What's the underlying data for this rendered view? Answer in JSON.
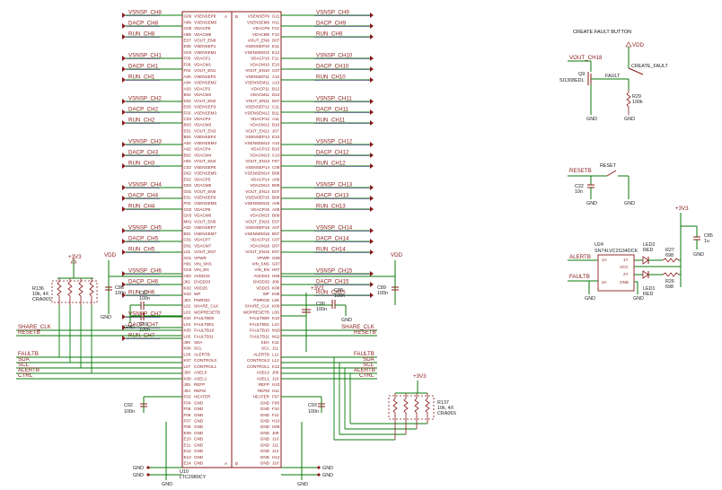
{
  "left_nets": [
    "VSNSP_CH8",
    "DACP_CH8",
    "RUN_CH8",
    "",
    "VSNSP_CH1",
    "DACP_CH1",
    "RUN_CH1",
    "",
    "VSNSP_CH2",
    "DACP_CH2",
    "RUN_CH2",
    "",
    "VSNSP_CH3",
    "DACP_CH3",
    "RUN_CH3",
    "",
    "VSNSP_CH4",
    "DACP_CH4",
    "RUN_CH4",
    "",
    "VSNSP_CH5",
    "DACP_CH5",
    "RUN_CH5",
    "",
    "VSNSP_CH6",
    "DACP_CH6",
    "RUN_CH6",
    "",
    "VSNSP_CH7",
    "DACP_CH7",
    "RUN_CH7"
  ],
  "right_nets": [
    "VSNSP_CH9",
    "DACP_CH9",
    "RUN_CH9",
    "",
    "VSNSP_CH10",
    "DACP_CH10",
    "RUN_CH10",
    "",
    "VSNSP_CH11",
    "DACP_CH11",
    "RUN_CH11",
    "",
    "VSNSP_CH12",
    "DACP_CH12",
    "RUN_CH12",
    "",
    "VSNSP_CH13",
    "DACP_CH13",
    "RUN_CH13",
    "",
    "VSNSP_CH14",
    "DACP_CH14",
    "RUN_CH14",
    "",
    "VSNSP_CH15",
    "DACP_CH15",
    "RUN_CH15"
  ],
  "chip": {
    "ref": "U10",
    "part": "LTC2980CY",
    "col_a": "A",
    "col_b": "B",
    "left_pins": [
      [
        "G06",
        "VSENSEP8"
      ],
      [
        "H06",
        "VSENSEM8"
      ],
      [
        "G05",
        "VDACP8"
      ],
      [
        "H05",
        "VDACM8"
      ],
      [
        "E07",
        "VOUT_EN8"
      ],
      [
        "E05",
        "VSENSEP1"
      ],
      [
        "G04",
        "VSENSEM1"
      ],
      [
        "F05",
        "VDACP1"
      ],
      [
        "F06",
        "VDACM1"
      ],
      [
        "F04",
        "VOUT_EN1"
      ],
      [
        "A05",
        "VSENSEP2"
      ],
      [
        "A04",
        "VSENSEM2"
      ],
      [
        "A03",
        "VDACP2"
      ],
      [
        "B04",
        "VDACM2"
      ],
      [
        "D01",
        "VOUT_EN2"
      ],
      [
        "E03",
        "VSENSEP3"
      ],
      [
        "F03",
        "VSENSEM3"
      ],
      [
        "C03",
        "VDACP3"
      ],
      [
        "B03",
        "VDACM3"
      ],
      [
        "E01",
        "VOUT_EN3"
      ],
      [
        "B04",
        "VSENSEP4"
      ],
      [
        "A04",
        "VSENSEM4"
      ],
      [
        "A02",
        "VDACP4"
      ],
      [
        "B02",
        "VDACM4"
      ],
      [
        "H01",
        "VOUT_EN4"
      ],
      [
        "C02",
        "VSENSEP5"
      ],
      [
        "D02",
        "VSENSEM5"
      ],
      [
        "E02",
        "VDACP5"
      ],
      [
        "D03",
        "VDACM5"
      ],
      [
        "G01",
        "VOUT_EN5"
      ],
      [
        "E01",
        "VSENSEP6"
      ],
      [
        "F02",
        "VSENSEM6"
      ],
      [
        "G02",
        "VDACP6"
      ],
      [
        "G03",
        "VDACM6"
      ],
      [
        "M01",
        "VOUT_EN6"
      ],
      [
        "A02",
        "VSENSEP7"
      ],
      [
        "B01",
        "VSENSEM7"
      ],
      [
        "C01",
        "VDACP7"
      ],
      [
        "D01",
        "VDACM7"
      ],
      [
        "L01",
        "VOUT_EN7"
      ],
      [
        "G01",
        "VPWR"
      ],
      [
        "H01",
        "VIN_SNS"
      ],
      [
        "G02",
        "VIN_EN"
      ],
      [
        "H02",
        "AVDD33"
      ],
      [
        "J02",
        "DVDD33"
      ],
      [
        "K02",
        "VDD25"
      ],
      [
        "K03",
        "WP"
      ],
      [
        "J03",
        "PWRGD"
      ],
      [
        "L02",
        "SHARE_CLK"
      ],
      [
        "L03",
        "WDPRESETB"
      ],
      [
        "K04",
        "FAULTB00"
      ],
      [
        "L04",
        "FAULTB01"
      ],
      [
        "K05",
        "FAULTB10"
      ],
      [
        "L05",
        "FAULTB11"
      ],
      [
        "J06",
        "SDA"
      ],
      [
        "K06",
        "SCL"
      ],
      [
        "L06",
        "ALERTB"
      ],
      [
        "K07",
        "CONTROL0"
      ],
      [
        "L07",
        "CONTROL1"
      ],
      [
        "J08",
        "ASEL0"
      ],
      [
        "K08",
        "ASEL1"
      ],
      [
        "J05",
        "REFP"
      ],
      [
        "J04",
        "REFM"
      ],
      [
        "F03",
        "HEATER"
      ],
      [
        "F04",
        "GND"
      ],
      [
        "F05",
        "GND"
      ],
      [
        "F06",
        "GND"
      ],
      [
        "F07",
        "GND"
      ],
      [
        "F08",
        "GND"
      ],
      [
        "E09",
        "GND"
      ],
      [
        "E10",
        "GND"
      ],
      [
        "E11",
        "GND"
      ],
      [
        "E12",
        "GND"
      ],
      [
        "E13",
        "GND"
      ],
      [
        "E14",
        "GND"
      ]
    ],
    "right_pins": [
      [
        "G11",
        "VSENSEP9"
      ],
      [
        "H11",
        "VSENSEM9"
      ],
      [
        "F12",
        "VDACP9"
      ],
      [
        "F10",
        "VDACM9"
      ],
      [
        "D07",
        "VOUT_EN9"
      ],
      [
        "E11",
        "VSENSEP10"
      ],
      [
        "E12",
        "VSENSEM10"
      ],
      [
        "F11",
        "VDACP10"
      ],
      [
        "E10",
        "VDACM10"
      ],
      [
        "C07",
        "VOUT_EN10"
      ],
      [
        "A12",
        "VSENSEP11"
      ],
      [
        "A13",
        "VSENSEM11"
      ],
      [
        "B12",
        "VDACP11"
      ],
      [
        "D12",
        "VDACM11"
      ],
      [
        "D07",
        "VOUT_EN11"
      ],
      [
        "C11",
        "VSENSEP12"
      ],
      [
        "B11",
        "VSENSEM12"
      ],
      [
        "A11",
        "VDACP12"
      ],
      [
        "B10",
        "VDACM12"
      ],
      [
        "J07",
        "VOUT_EN12"
      ],
      [
        "E10",
        "VSENSEP13"
      ],
      [
        "A10",
        "VSENSEM13"
      ],
      [
        "B10",
        "VDACP13"
      ],
      [
        "C10",
        "VDACM13"
      ],
      [
        "F07",
        "VOUT_EN13"
      ],
      [
        "C08",
        "VSENSEP14"
      ],
      [
        "B08",
        "VSENSEM14"
      ],
      [
        "A09",
        "VDACP14"
      ],
      [
        "B09",
        "VDACM14"
      ],
      [
        "E07",
        "VOUT_EN14"
      ],
      [
        "B08",
        "VSENSEP15"
      ],
      [
        "A08",
        "VSENSEM15"
      ],
      [
        "A09",
        "VDACP15"
      ],
      [
        "B09",
        "VDACM15"
      ],
      [
        "E07",
        "VOUT_EN15"
      ],
      [
        "A07",
        "VSENSEP16"
      ],
      [
        "B07",
        "VSENSEM16"
      ],
      [
        "C07",
        "VDACP16"
      ],
      [
        "D07",
        "VDACM16"
      ],
      [
        "E07",
        "VOUT_EN16"
      ],
      [
        "G08",
        "VPWR"
      ],
      [
        "G07",
        "VIN_SNS"
      ],
      [
        "H07",
        "VIN_EN"
      ],
      [
        "H08",
        "AVDD33"
      ],
      [
        "J08",
        "DVDD33"
      ],
      [
        "K08",
        "VDD25"
      ],
      [
        "K09",
        "WP"
      ],
      [
        "L08",
        "PWRGD"
      ],
      [
        "K09",
        "SHARE_CLK"
      ],
      [
        "L09",
        "WDPRESETB"
      ],
      [
        "K10",
        "FAULTB00"
      ],
      [
        "L10",
        "FAULTB01"
      ],
      [
        "M10",
        "FAULTB10"
      ],
      [
        "M11",
        "FAULTB11"
      ],
      [
        "K11",
        "SDA"
      ],
      [
        "J11",
        "SCL"
      ],
      [
        "L11",
        "ALERTB"
      ],
      [
        "L12",
        "CONTROL0"
      ],
      [
        "K12",
        "CONTROL1"
      ],
      [
        "J09",
        "ASEL0"
      ],
      [
        "J10",
        "ASEL1"
      ],
      [
        "H10",
        "REFP"
      ],
      [
        "H11",
        "REFM"
      ],
      [
        "F07",
        "HEATER"
      ],
      [
        "F08",
        "GND"
      ],
      [
        "F10",
        "GND"
      ],
      [
        "F11",
        "GND"
      ],
      [
        "H10",
        "GND"
      ],
      [
        "H09",
        "GND"
      ],
      [
        "J09",
        "GND"
      ],
      [
        "J10",
        "GND"
      ],
      [
        "J11",
        "GND"
      ],
      [
        "J12",
        "GND"
      ],
      [
        "H12",
        "GND"
      ],
      [
        "J10",
        "GND"
      ]
    ]
  },
  "power_left": {
    "vdd": "VDD",
    "v3v3": "+3V3",
    "v3v3_right": "+3V3",
    "vdd_right": "VDD"
  },
  "resistor_left": {
    "ref": "R136",
    "value": "10k, 4X",
    "pkg": "CRA06S"
  },
  "resistor_right": {
    "ref": "R137",
    "value": "10k, 4X",
    "pkg": "CRA06S"
  },
  "caps": {
    "c86": {
      "ref": "C86",
      "value": "100n"
    },
    "c87": {
      "ref": "C87",
      "value": "100n"
    },
    "c91": {
      "ref": "C91",
      "value": "100n"
    },
    "c92": {
      "ref": "C92",
      "value": "100n"
    },
    "c88": {
      "ref": "C88",
      "value": "100n"
    },
    "c89": {
      "ref": "C89",
      "value": "100n"
    },
    "c90": {
      "ref": "C90",
      "value": "100n"
    },
    "c93": {
      "ref": "C93",
      "value": "100n"
    }
  },
  "bus_left": {
    "share_clk": "SHARE_CLK",
    "resetb": "RESETB",
    "faultb": "FAULTB",
    "sda": "SDA",
    "scl": "SCL",
    "alertb": "ALERTB",
    "ctrl": "CTRL"
  },
  "bus_right": {
    "share_clk": "SHARE_CLK",
    "resetb": "RESETB",
    "faultb": "FAULTB",
    "sda": "SDA",
    "scl": "SCL",
    "alertb": "ALERTB",
    "ctrl": "CTRL"
  },
  "gnd": "GND",
  "fault_button": {
    "title": "CREATE FAULT BUTTON",
    "vout": "VOUT_CH18",
    "vdd": "VDD",
    "q_ref": "Q9",
    "q_part": "SI1308EDL",
    "create_fault": "CREATE_FAULT",
    "fault": "FAULT",
    "r_ref": "R29",
    "r_val": "100k"
  },
  "reset_button": {
    "net": "RESETB",
    "label": "RESET",
    "c_ref": "C22",
    "c_val": "10n"
  },
  "led_driver": {
    "v3v3": "+3V3",
    "cap_ref": "C85",
    "cap_val": "1u",
    "u_ref": "U24",
    "u_part": "SN74LVC2G34DCK",
    "alertb": "ALERTB",
    "faultb": "FAULTB",
    "pin_1a": "1A",
    "pin_2a": "2A",
    "pin_1y": "1Y",
    "pin_2y": "2Y",
    "pin_vcc": "VCC",
    "pin_gnd": "GND",
    "led2_ref": "LED2",
    "led2_col": "RED",
    "led1_ref": "LED1",
    "led1_col": "RED",
    "r27_ref": "R27",
    "r27_val": "698",
    "r26_ref": "R26",
    "r26_val": "698"
  }
}
